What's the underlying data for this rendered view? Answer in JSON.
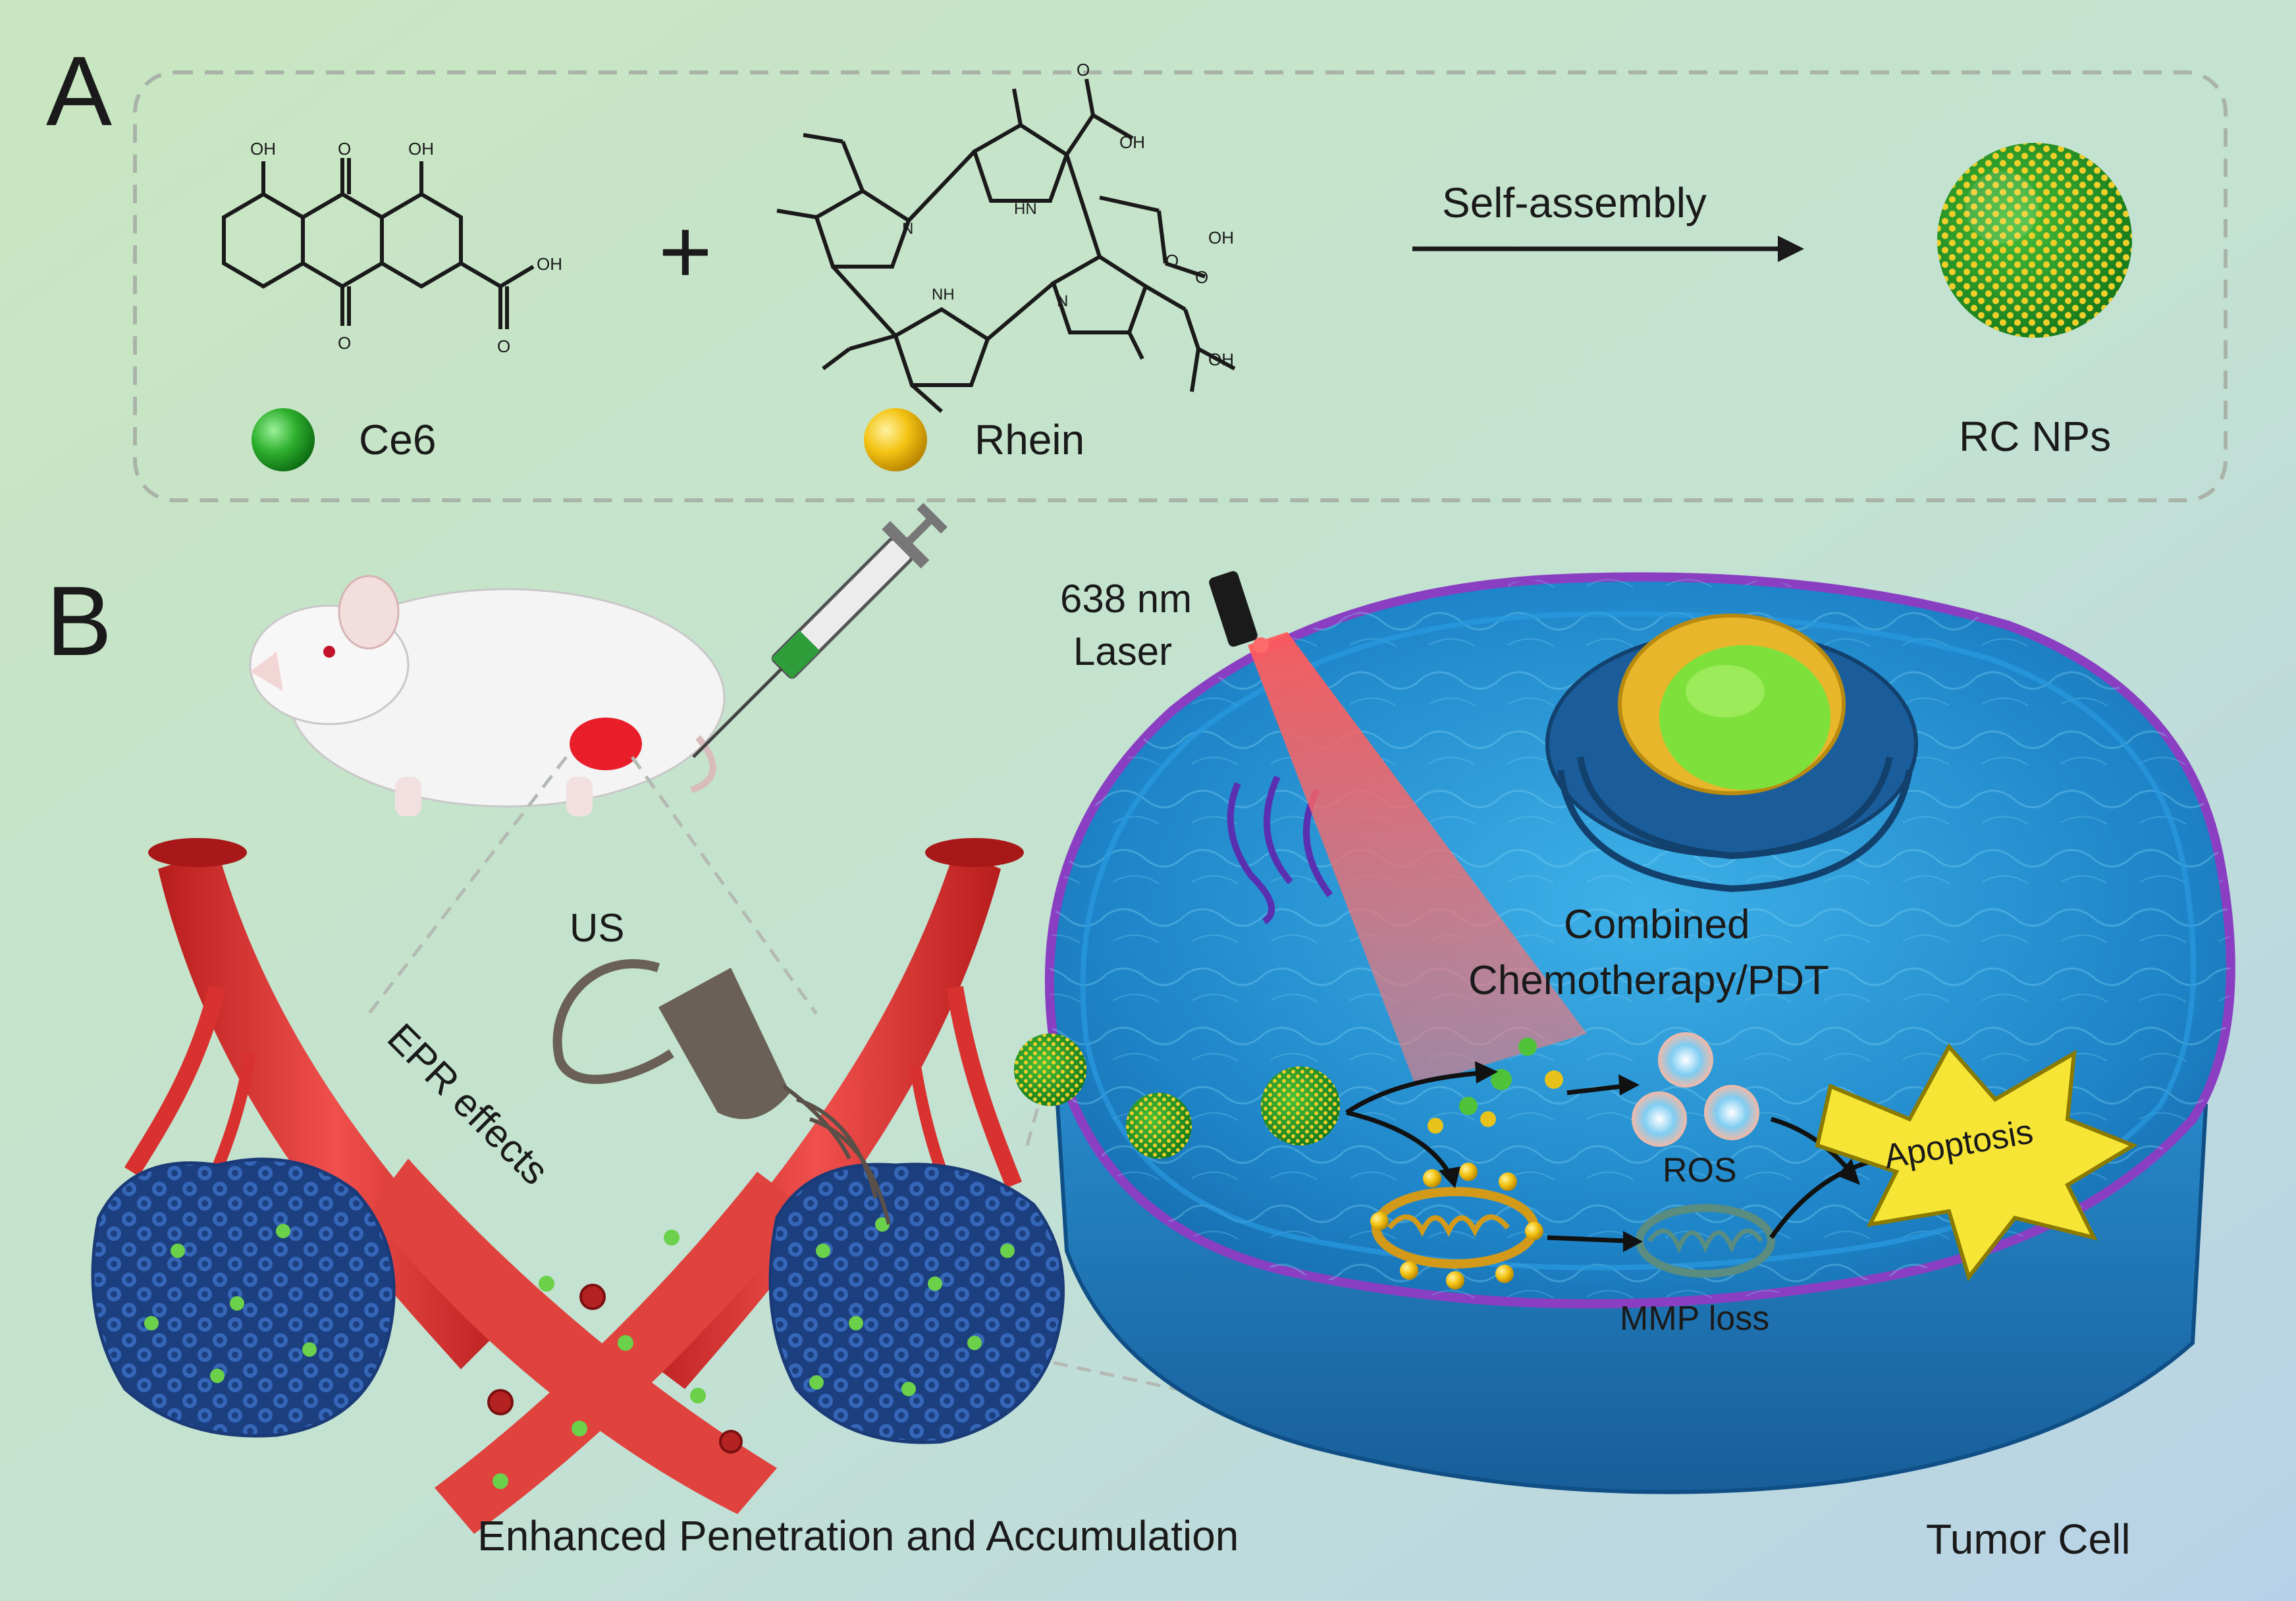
{
  "panelA": {
    "letter": "A",
    "molecule1": {
      "label": "Ce6",
      "atoms": [
        "OH",
        "O",
        "OH",
        "OH",
        "O",
        "O"
      ]
    },
    "plus": "+",
    "molecule2": {
      "label": "Rhein",
      "atoms": [
        "O",
        "OH",
        "N",
        "HN",
        "N",
        "NH",
        "O",
        "OH",
        "O",
        "OH"
      ]
    },
    "arrow_label": "Self-assembly",
    "product_label": "RC NPs"
  },
  "panelB": {
    "letter": "B",
    "laser_label_line1": "638 nm",
    "laser_label_line2": "Laser",
    "us_label": "US",
    "epr_label": "EPR effects",
    "combined_line1": "Combined",
    "combined_line2": "Chemotherapy/PDT",
    "ros_label": "ROS",
    "mmp_label": "MMP loss",
    "apoptosis_label": "Apoptosis",
    "bottom_label": "Enhanced Penetration and Accumulation",
    "tumor_label": "Tumor Cell"
  },
  "colors": {
    "ce6_green": "#2fa82f",
    "rhein_yellow": "#f2c316",
    "vessel_red": "#d8312f",
    "cell_blue": "#1f88c9",
    "membrane_purple": "#8a3fc2",
    "tumor_cluster_blue": "#2a5aa8",
    "laser_red": "#ff4a4a"
  }
}
